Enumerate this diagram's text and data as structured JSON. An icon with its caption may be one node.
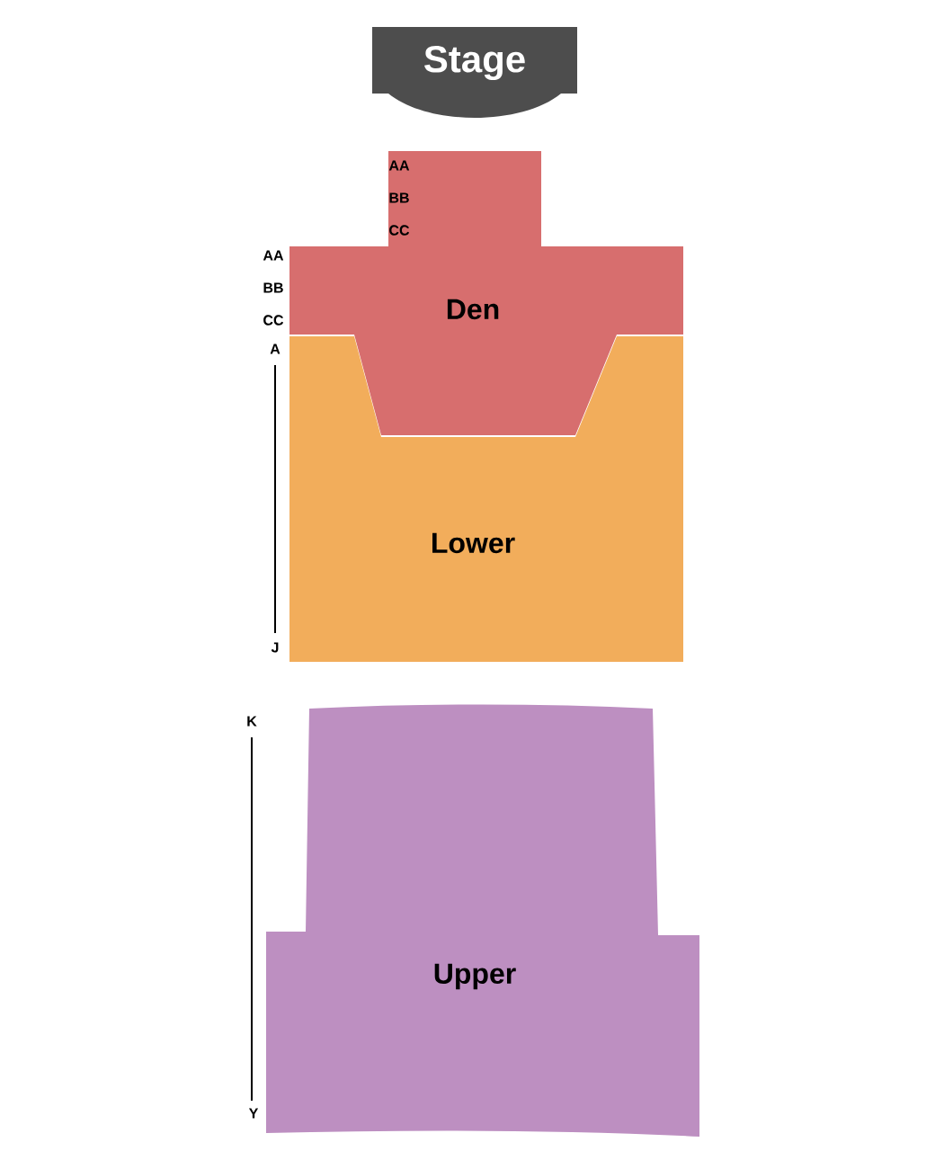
{
  "diagram": {
    "nodes": [
      {
        "text": [
          "Stage"
        ]
      },
      {
        "text": [
          "Den"
        ]
      },
      {
        "text": [
          "Lower"
        ]
      },
      {
        "text": [
          "Upper"
        ]
      }
    ],
    "labels": [
      "AA",
      "BB",
      "CC",
      "AA",
      "BB",
      "CC",
      "A",
      "J",
      "K",
      "Y"
    ]
  }
}
